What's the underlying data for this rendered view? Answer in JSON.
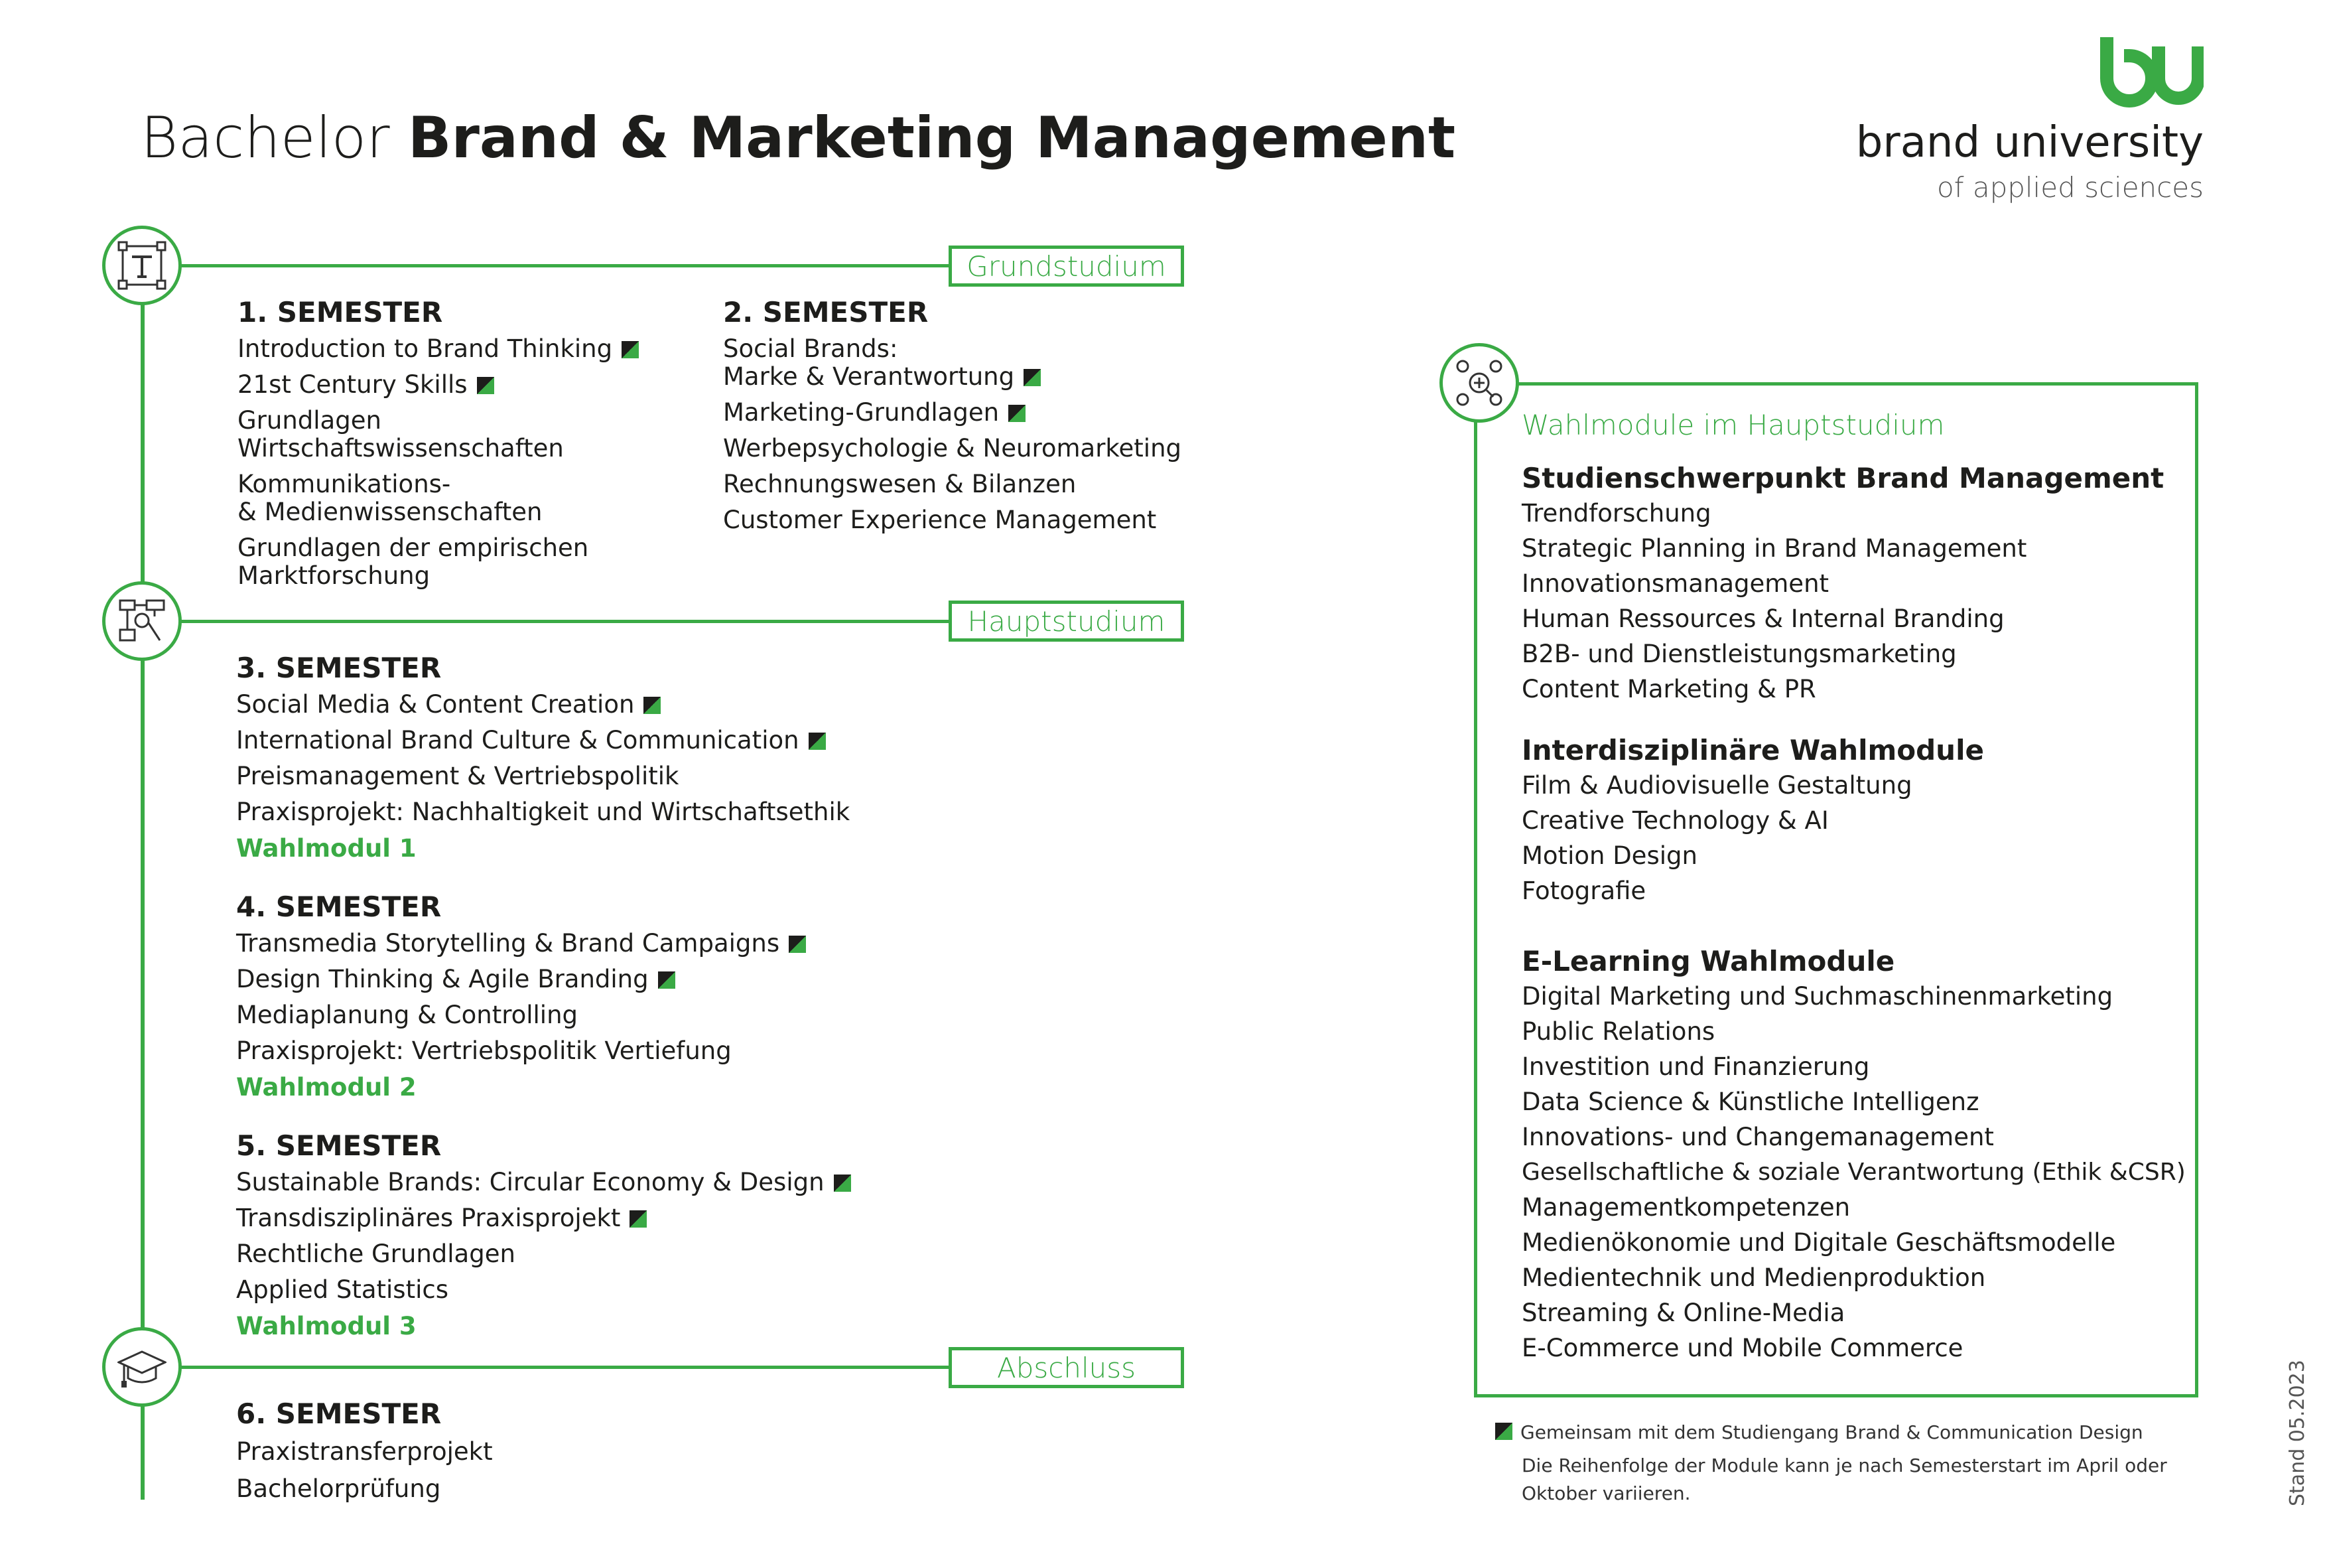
{
  "header": {
    "title_light": "Bachelor",
    "title_bold": "Brand & Marketing Management",
    "logo_name": "brand university",
    "logo_sub": "of applied sciences"
  },
  "phases": {
    "grund": "Grundstudium",
    "haupt": "Hauptstudium",
    "abschluss": "Abschluss"
  },
  "sem1": {
    "head": "1. SEMESTER",
    "items": [
      "Introduction to Brand Thinking",
      "21st Century Skills",
      "Grundlagen",
      "Wirtschaftswissenschaften",
      "Kommunikations-",
      "& Medienwissenschaften",
      "Grundlagen der empirischen",
      "Marktforschung"
    ]
  },
  "sem2": {
    "head": "2. SEMESTER",
    "items": [
      "Social Brands:",
      "Marke  & Verantwortung",
      "Marketing-Grundlagen",
      "Werbepsychologie & Neuromarketing",
      "Rechnungswesen & Bilanzen",
      "Customer Experience Management"
    ]
  },
  "sem3": {
    "head": "3. SEMESTER",
    "items": [
      "Social Media  & Content Creation",
      "International Brand Culture & Communication",
      "Preismanagement & Vertriebspolitik",
      "Praxisprojekt: Nachhaltigkeit und Wirtschaftsethik"
    ],
    "wahl": "Wahlmodul 1"
  },
  "sem4": {
    "head": "4. SEMESTER",
    "items": [
      "Transmedia Storytelling & Brand Campaigns",
      "Design Thinking & Agile Branding",
      "Mediaplanung & Controlling",
      "Praxisprojekt: Vertriebspolitik Vertiefung"
    ],
    "wahl": "Wahlmodul 2"
  },
  "sem5": {
    "head": "5. SEMESTER",
    "items": [
      "Sustainable Brands: Circular Economy & Design",
      "Transdisziplinäres Praxisprojekt",
      "Rechtliche Grundlagen",
      "Applied Statistics"
    ],
    "wahl": "Wahlmodul 3"
  },
  "sem6": {
    "head": "6. SEMESTER",
    "items": [
      "Praxistransferprojekt",
      "Bachelorprüfung"
    ]
  },
  "wahlmodule": {
    "title": "Wahlmodule im Hauptstudium",
    "sections": [
      {
        "head": "Studienschwerpunkt Brand Management",
        "items": [
          "Trendforschung",
          "Strategic Planning in Brand Management",
          "Innovationsmanagement",
          "Human Ressources & Internal Branding",
          "B2B- und Dienstleistungsmarketing",
          "Content Marketing & PR"
        ]
      },
      {
        "head": "Interdisziplinäre Wahlmodule",
        "items": [
          "Film & Audiovisuelle Gestaltung",
          "Creative Technology & AI",
          "Motion Design",
          "Fotografie"
        ]
      },
      {
        "head": "E-Learning Wahlmodule",
        "items": [
          "Digital Marketing und Suchmaschinenmarketing",
          "Public Relations",
          "Investition und Finanzierung",
          "Data Science & Künstliche Intelligenz",
          "Innovations- und Changemanagement",
          "Gesellschaftliche & soziale Verantwortung (Ethik &CSR)",
          "Managementkompetenzen",
          "Medienökonomie und Digitale Geschäftsmodelle",
          "Medientechnik und Medienproduktion",
          "Streaming & Online-Media",
          "E-Commerce und Mobile Commerce"
        ]
      }
    ]
  },
  "footnote": {
    "legend": "Gemeinsam mit dem Studiengang Brand & Communication Design",
    "note_line1": "Die Reihenfolge der Module kann je nach Semesterstart im April oder",
    "note_line2": "Oktober variieren."
  },
  "stand": "Stand 05.2023",
  "colors": {
    "accent": "#3aaa45",
    "text": "#1d1d1b"
  }
}
